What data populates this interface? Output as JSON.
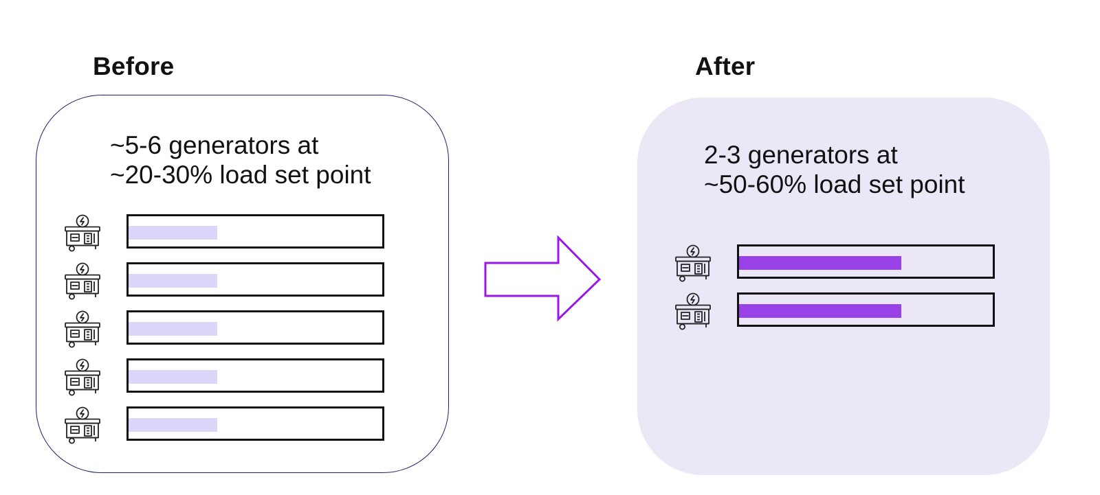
{
  "colors": {
    "before_panel_border": "#1a1f6b",
    "before_fill": "#ddd6fb",
    "after_panel_bg": "#ebe7f7",
    "after_fill": "#9741e6",
    "arrow": "#9b17e6",
    "bar_border": "#111111"
  },
  "before": {
    "title": "Before",
    "caption_line1": "~5-6 generators at",
    "caption_line2": "~20-30% load set point",
    "generators": [
      {
        "icon": "generator-icon",
        "load_fraction": 0.35
      },
      {
        "icon": "generator-icon",
        "load_fraction": 0.35
      },
      {
        "icon": "generator-icon",
        "load_fraction": 0.35
      },
      {
        "icon": "generator-icon",
        "load_fraction": 0.35
      },
      {
        "icon": "generator-icon",
        "load_fraction": 0.35
      }
    ]
  },
  "after": {
    "title": "After",
    "caption_line1": "2-3 generators at",
    "caption_line2": "~50-60% load set point",
    "generators": [
      {
        "icon": "generator-icon",
        "load_fraction": 0.64
      },
      {
        "icon": "generator-icon",
        "load_fraction": 0.64
      }
    ]
  },
  "arrow": {
    "icon": "right-arrow-icon"
  }
}
